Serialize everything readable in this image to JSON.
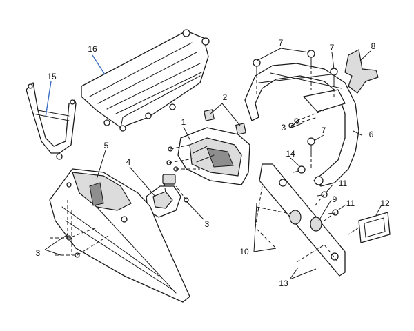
{
  "callouts": {
    "p1": "1",
    "p2": "2",
    "p3a": "3",
    "p3b": "3",
    "p3c": "3",
    "p4": "4",
    "p5": "5",
    "p6": "6",
    "p7a": "7",
    "p7b": "7",
    "p7c": "7",
    "p8": "8",
    "p9": "9",
    "p10": "10",
    "p11a": "11",
    "p11b": "11",
    "p12": "12",
    "p13": "13",
    "p14": "14",
    "p15": "15",
    "p16": "16"
  },
  "colors": {
    "line": "#1a1a1a",
    "highlight_leader": "#3a6fc4",
    "shading": "#dcdcdc"
  }
}
